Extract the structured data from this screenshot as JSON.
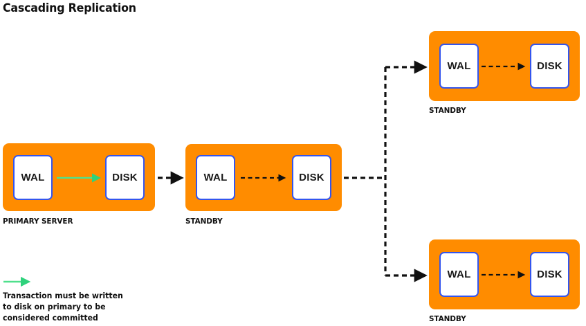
{
  "diagram": {
    "title": "Cascading Replication",
    "colors": {
      "server_fill": "#FF8C00",
      "node_border": "#3355EE",
      "node_fill": "#FFFFFF",
      "sync_arrow": "#4FE08C",
      "stream_arrow": "#111111",
      "background": "#FFFFFF",
      "text": "#111111"
    },
    "nodes": {
      "wal_label": "WAL",
      "disk_label": "DISK"
    },
    "servers": [
      {
        "id": "primary",
        "caption": "PRIMARY SERVER",
        "left_node": "WAL",
        "right_node": "DISK",
        "internal_arrow": "solid-green"
      },
      {
        "id": "standby-mid",
        "caption": "STANDBY",
        "left_node": "WAL",
        "right_node": "DISK",
        "internal_arrow": "dashed-black"
      },
      {
        "id": "standby-top",
        "caption": "STANDBY",
        "left_node": "WAL",
        "right_node": "DISK",
        "internal_arrow": "dashed-black"
      },
      {
        "id": "standby-bottom",
        "caption": "STANDBY",
        "left_node": "WAL",
        "right_node": "DISK",
        "internal_arrow": "dashed-black"
      }
    ],
    "connectors": [
      {
        "id": "primary-to-standby-mid",
        "from": "primary",
        "to": "standby-mid",
        "style": "dashed-black"
      },
      {
        "id": "standby-mid-to-standby-top",
        "from": "standby-mid",
        "to": "standby-top",
        "style": "dashed-black"
      },
      {
        "id": "standby-mid-to-standby-bottom",
        "from": "standby-mid",
        "to": "standby-bottom",
        "style": "dashed-black"
      }
    ],
    "legend": {
      "arrow_style": "solid-green",
      "text": "Transaction must be written\nto disk on primary to be\nconsidered committed"
    }
  }
}
